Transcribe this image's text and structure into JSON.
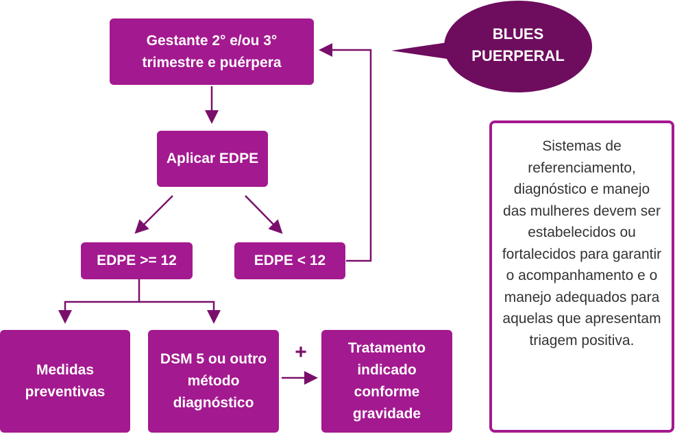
{
  "boxes": {
    "pregnant": "Gestante 2° e/ou 3° trimestre e puérpera",
    "apply_edpe": "Aplicar EDPE",
    "edpe_high": "EDPE >= 12",
    "edpe_low": "EDPE < 12",
    "preventive": "Medidas preventivas",
    "dsm": "DSM 5 ou outro método diagnóstico",
    "treatment": "Tratamento indicado conforme gravidade"
  },
  "bubble": "BLUES PUERPERAL",
  "plus_sign": "+",
  "note": "Sistemas de referenciamento, diagnóstico e manejo das mulheres devem ser estabelecidos ou fortalecidos para garantir o acompanhamento e o manejo adequados para aquelas que apresentam triagem positiva.",
  "colors": {
    "box_fill": "#a3198f",
    "connector": "#7a0f6b",
    "bubble_fill": "#6e0c5e",
    "note_border": "#a3198f"
  }
}
